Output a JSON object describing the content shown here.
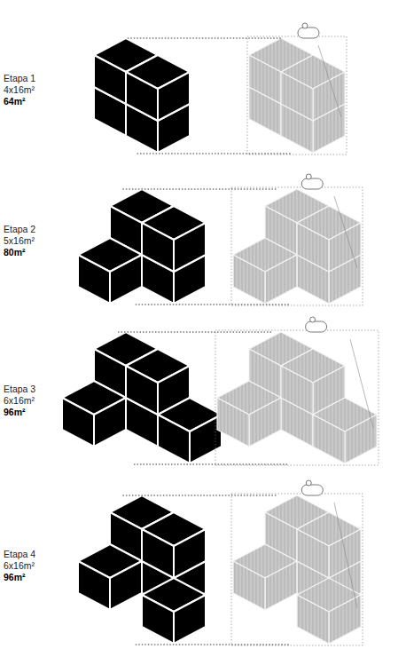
{
  "diagram": {
    "labels": [
      "Etapa 1",
      "4x16m²",
      "64m²",
      "Etapa 2",
      "5x16m²",
      "80m²",
      "Etapa 3",
      "6x16m²",
      "96m²",
      "Etapa 4",
      "6x16m²",
      "96m²"
    ]
  }
}
